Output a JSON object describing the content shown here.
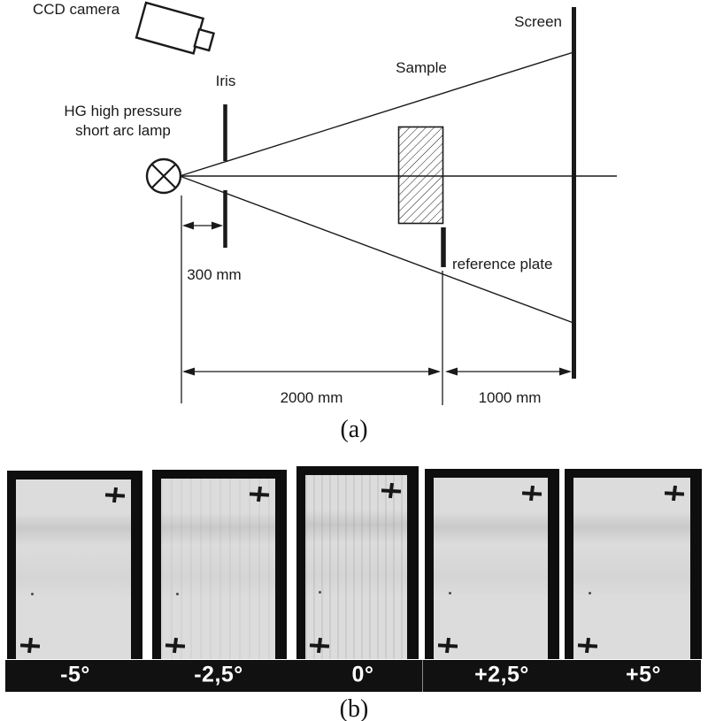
{
  "figure": {
    "part_a": {
      "caption": "(a)",
      "labels": {
        "ccd_camera": "CCD camera",
        "iris": "Iris",
        "lamp_line1": "HG high pressure",
        "lamp_line2": "short arc lamp",
        "sample": "Sample",
        "screen": "Screen",
        "reference_plate": "reference plate"
      },
      "dimensions": {
        "lamp_to_iris": "300 mm",
        "lamp_to_reference": "2000 mm",
        "reference_to_screen": "1000 mm"
      }
    },
    "part_b": {
      "caption": "(b)",
      "panels": [
        {
          "angle_label": "-5°"
        },
        {
          "angle_label": "-2,5°"
        },
        {
          "angle_label": "0°"
        },
        {
          "angle_label": "+2,5°"
        },
        {
          "angle_label": "+5°"
        }
      ]
    },
    "colors": {
      "ink": "#1a1a1a",
      "frame_black": "#0e0e0e",
      "plate_gray": "#dcdcdc",
      "band_label_white": "#ffffff"
    }
  }
}
